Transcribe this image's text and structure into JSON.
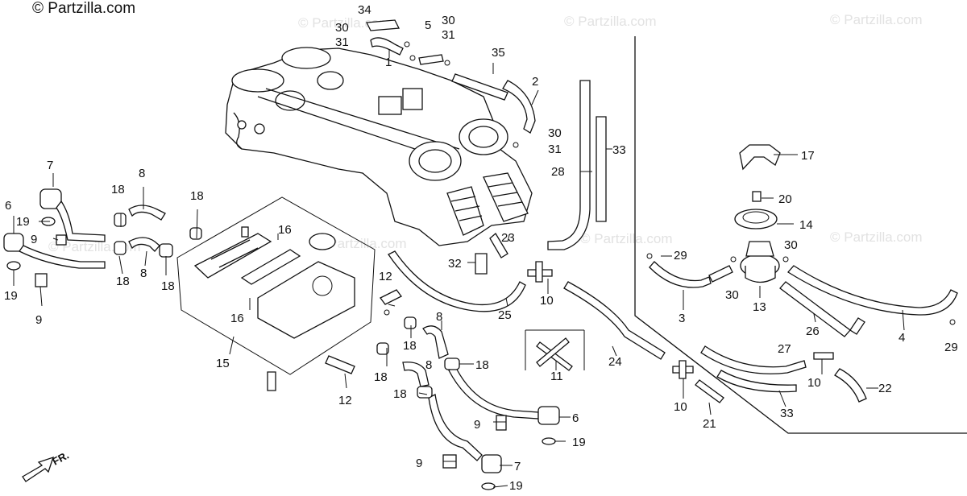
{
  "brand": "© Partzilla.com",
  "watermarks": [
    "© Partzilla.com",
    "© Partzilla.com",
    "© Partzilla.com",
    "© Partzilla.com",
    "© Partzilla.com",
    "© Partzilla.com",
    "© Partzilla.com"
  ],
  "direction_label": "FR.",
  "callouts": [
    "34",
    "30",
    "31",
    "5",
    "30",
    "31",
    "1",
    "35",
    "2",
    "30",
    "31",
    "33",
    "28",
    "17",
    "20",
    "14",
    "30",
    "29",
    "30",
    "13",
    "3",
    "26",
    "4",
    "29",
    "27",
    "10",
    "22",
    "33",
    "21",
    "10",
    "24",
    "10",
    "11",
    "25",
    "23",
    "32",
    "12",
    "15",
    "16",
    "16",
    "18",
    "18",
    "16",
    "12",
    "8",
    "18",
    "18",
    "8",
    "18",
    "6",
    "9",
    "19",
    "9",
    "7",
    "19",
    "7",
    "18",
    "8",
    "18",
    "19",
    "9",
    "19",
    "9",
    "6",
    "18",
    "8",
    "18"
  ]
}
